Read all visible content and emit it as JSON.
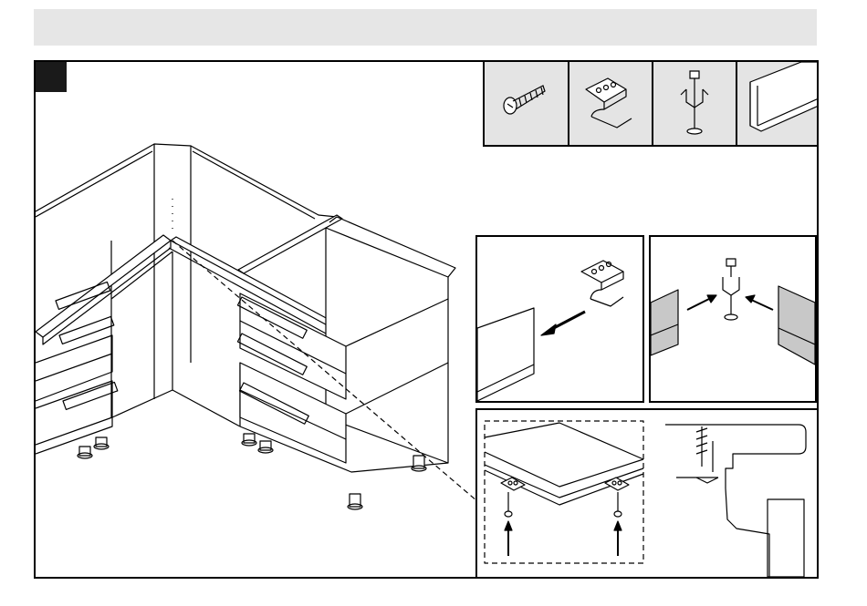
{
  "page": {
    "top_bar_color": "#e6e6e6",
    "frame_color": "#000000",
    "parts_background": "#e4e4e4",
    "wall_shade": "#c8c8c8"
  },
  "step": {
    "number": ""
  },
  "parts": [
    {
      "icon": "screw-icon"
    },
    {
      "icon": "mounting-bracket-icon"
    },
    {
      "icon": "corner-connector-icon"
    },
    {
      "icon": "plinth-profile-icon"
    }
  ],
  "detail_panels": [
    {
      "icon": "bracket-insertion-detail"
    },
    {
      "icon": "connector-placement-detail"
    },
    {
      "icon": "worktop-fixing-detail"
    },
    {
      "icon": "worktop-section-detail"
    }
  ]
}
